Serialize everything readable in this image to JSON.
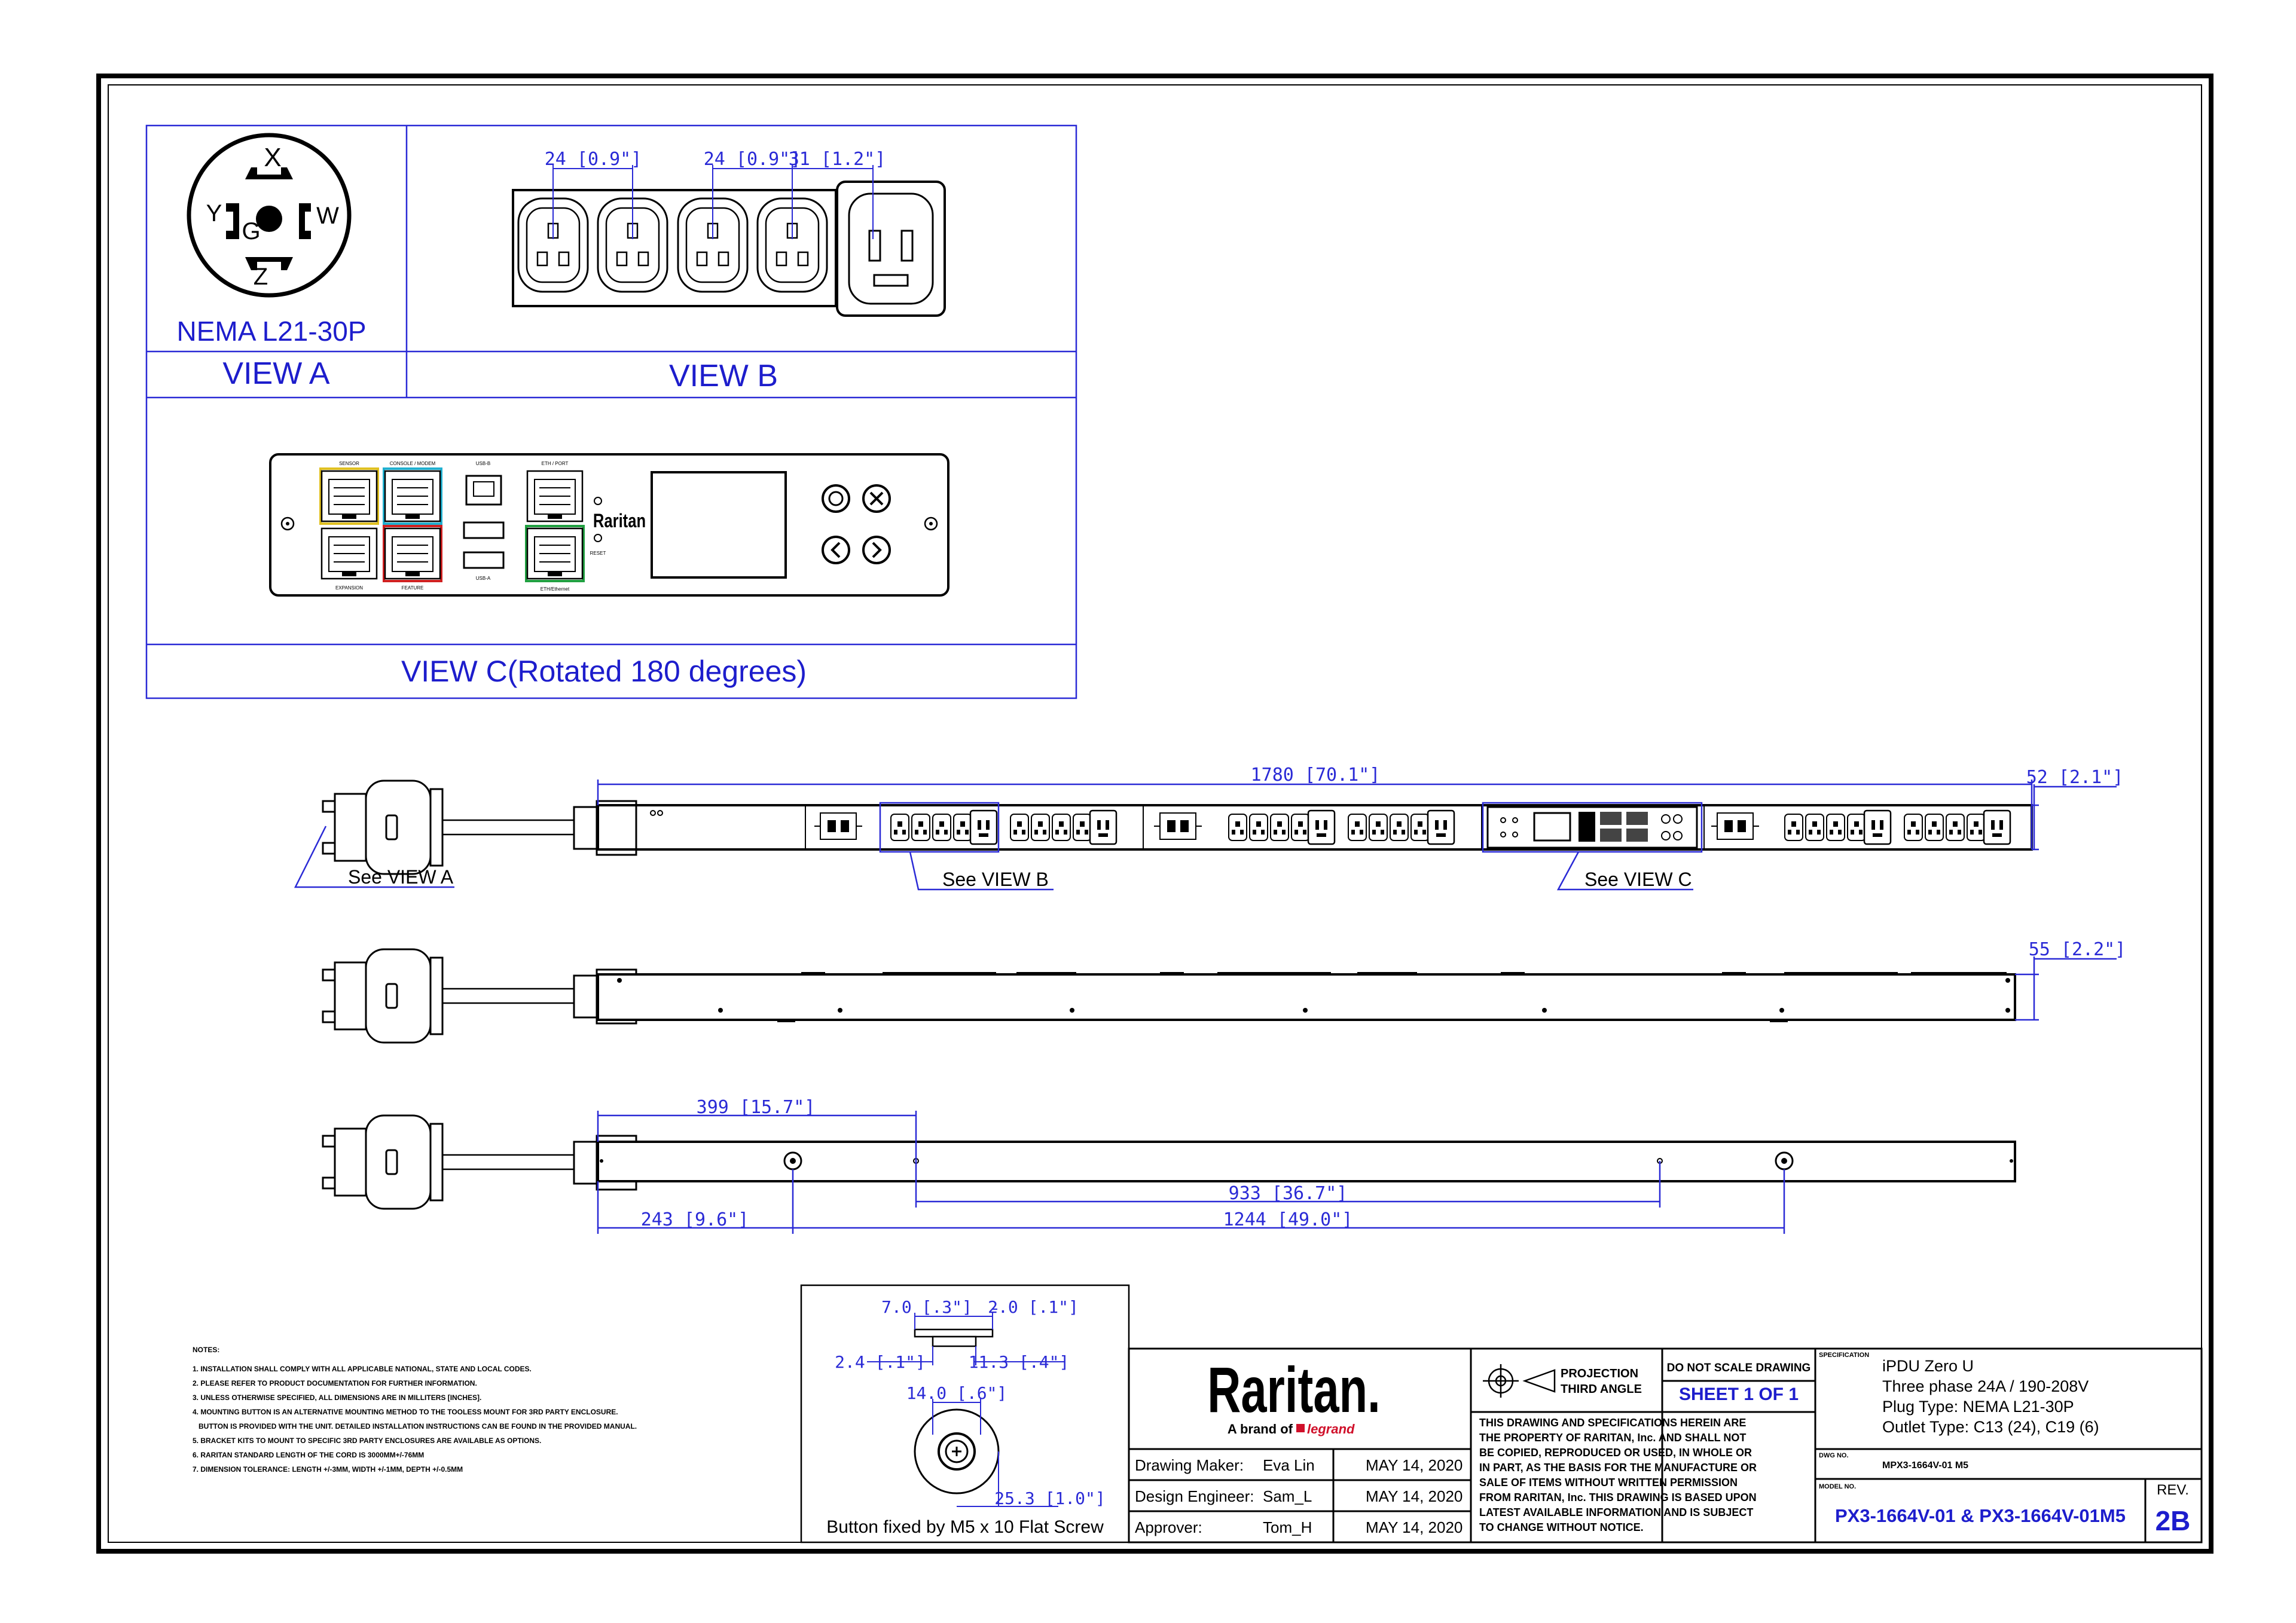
{
  "colors": {
    "line": "#000000",
    "accent": "#2a2ad6",
    "title_blue": "#1d1dcc",
    "legrand_red": "#d0102a"
  },
  "view_a": {
    "pins": {
      "x": "X",
      "y": "Y",
      "g": "G",
      "w": "W",
      "z": "Z"
    },
    "plug_name": "NEMA L21-30P",
    "title": "VIEW A"
  },
  "view_b": {
    "title": "VIEW B",
    "dim_left": "24 [0.9\"]",
    "dim_mid": "24 [0.9\"]",
    "dim_right": "31 [1.2\"]"
  },
  "view_c": {
    "title": "VIEW C(Rotated 180 degrees)",
    "brand": "Raritan",
    "labels": [
      "SENSOR",
      "CONSOLE / MODEM",
      "USB-B",
      "ETH / PORT",
      "EXPANSION",
      "FEATURE",
      "USB-A",
      "ETH/Ethernet",
      "RESET"
    ],
    "buttons": [
      "ok",
      "close",
      "left",
      "right"
    ]
  },
  "front": {
    "dim_length": "1780 [70.1\"]",
    "dim_width": "52 [2.1\"]",
    "see_a": "See VIEW A",
    "see_b": "See VIEW B",
    "see_c": "See VIEW C"
  },
  "side": {
    "dim_depth": "55 [2.2\"]"
  },
  "back": {
    "dim_399": "399 [15.7\"]",
    "dim_933": "933 [36.7\"]",
    "dim_243": "243 [9.6\"]",
    "dim_1244": "1244 [49.0\"]"
  },
  "button_detail": {
    "dim_7": "7.0 [.3\"]",
    "dim_2": "2.0 [.1\"]",
    "dim_24": "2.4 [.1\"]",
    "dim_113": "11.3 [.4\"]",
    "dim_14": "14.0 [.6\"]",
    "dim_253": "25.3 [1.0\"]",
    "caption": "Button fixed by M5 x 10 Flat Screw"
  },
  "notes": {
    "title": "NOTES:",
    "items": [
      "1. INSTALLATION SHALL COMPLY WITH ALL APPLICABLE NATIONAL, STATE AND LOCAL CODES.",
      "2. PLEASE REFER TO PRODUCT DOCUMENTATION FOR FURTHER INFORMATION.",
      "3. UNLESS OTHERWISE SPECIFIED, ALL DIMENSIONS ARE IN MILLITERS [INCHES].",
      "4. MOUNTING BUTTON IS AN ALTERNATIVE MOUNTING METHOD TO THE TOOLESS MOUNT FOR 3RD PARTY ENCLOSURE.",
      "   BUTTON IS PROVIDED WITH THE UNIT. DETAILED INSTALLATION INSTRUCTIONS CAN BE FOUND IN THE PROVIDED MANUAL.",
      "5. BRACKET KITS TO MOUNT TO SPECIFIC 3RD PARTY ENCLOSURES ARE AVAILABLE AS OPTIONS.",
      "6. RARITAN STANDARD LENGTH OF THE CORD IS 3000MM+/-76MM",
      "7. DIMENSION TOLERANCE: LENGTH +/-3MM, WIDTH +/-1MM, DEPTH +/-0.5MM"
    ]
  },
  "title_block": {
    "logo": "Raritan.",
    "tagline_prefix": "A brand of",
    "tagline_brand": "legrand",
    "roles": [
      {
        "role": "Drawing Maker:",
        "name": "Eva Lin",
        "date": "MAY 14, 2020"
      },
      {
        "role": "Design Engineer:",
        "name": "Sam_L",
        "date": "MAY 14, 2020"
      },
      {
        "role": "Approver:",
        "name": "Tom_H",
        "date": "MAY 14, 2020"
      }
    ],
    "projection_label": "PROJECTION",
    "projection_value": "THIRD ANGLE",
    "do_not_scale": "DO NOT SCALE DRAWING",
    "sheet": "SHEET 1 OF 1",
    "property_notice": [
      "THIS DRAWING AND SPECIFICATIONS HEREIN ARE",
      "THE PROPERTY OF RARITAN, Inc. AND SHALL NOT",
      "BE COPIED, REPRODUCED OR USED, IN WHOLE OR",
      "IN PART, AS THE BASIS FOR THE MANUFACTURE OR",
      "SALE OF ITEMS WITHOUT WRITTEN PERMISSION",
      "FROM RARITAN, Inc. THIS DRAWING IS BASED UPON",
      "LATEST AVAILABLE INFORMATION AND IS SUBJECT",
      "TO CHANGE WITHOUT NOTICE."
    ],
    "spec_label": "SPECIFICATION",
    "spec_lines": [
      "iPDU Zero U",
      "Three phase 24A / 190-208V",
      "Plug Type: NEMA L21-30P",
      "Outlet Type: C13 (24), C19 (6)"
    ],
    "dwg_label": "DWG NO.",
    "dwg_no": "MPX3-1664V-01 M5",
    "model_label": "MODEL NO.",
    "model_no": "PX3-1664V-01 & PX3-1664V-01M5",
    "rev_label": "REV.",
    "rev": "2B"
  }
}
